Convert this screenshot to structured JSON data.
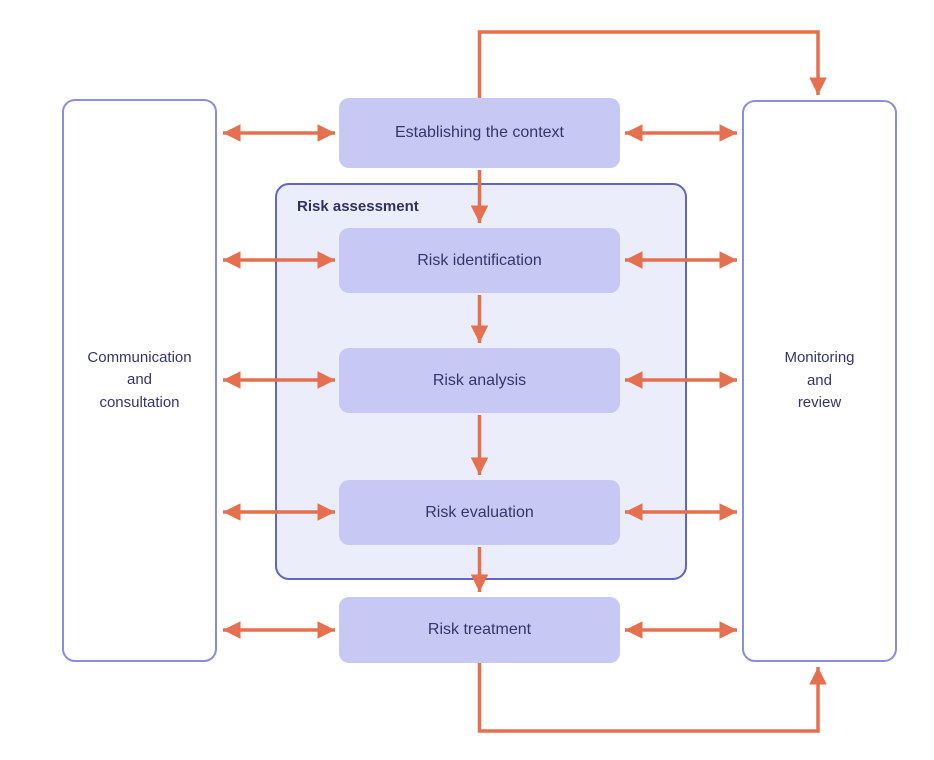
{
  "nodes": {
    "communication": {
      "label": "Communication\nand\nconsultation"
    },
    "monitoring": {
      "label": "Monitoring\nand\nreview"
    },
    "establishing": {
      "label": "Establishing the context"
    },
    "assessment_group": {
      "label": "Risk assessment"
    },
    "identification": {
      "label": "Risk identification"
    },
    "analysis": {
      "label": "Risk analysis"
    },
    "evaluation": {
      "label": "Risk evaluation"
    },
    "treatment": {
      "label": "Risk treatment"
    }
  },
  "colors": {
    "arrow": "#E5704F",
    "process_fill": "#C7C9F4",
    "group_fill": "#ECEDFA",
    "group_border": "#6165C6",
    "side_border": "#8A8EDB",
    "text": "#34366A",
    "background": "#FFFFFF"
  }
}
